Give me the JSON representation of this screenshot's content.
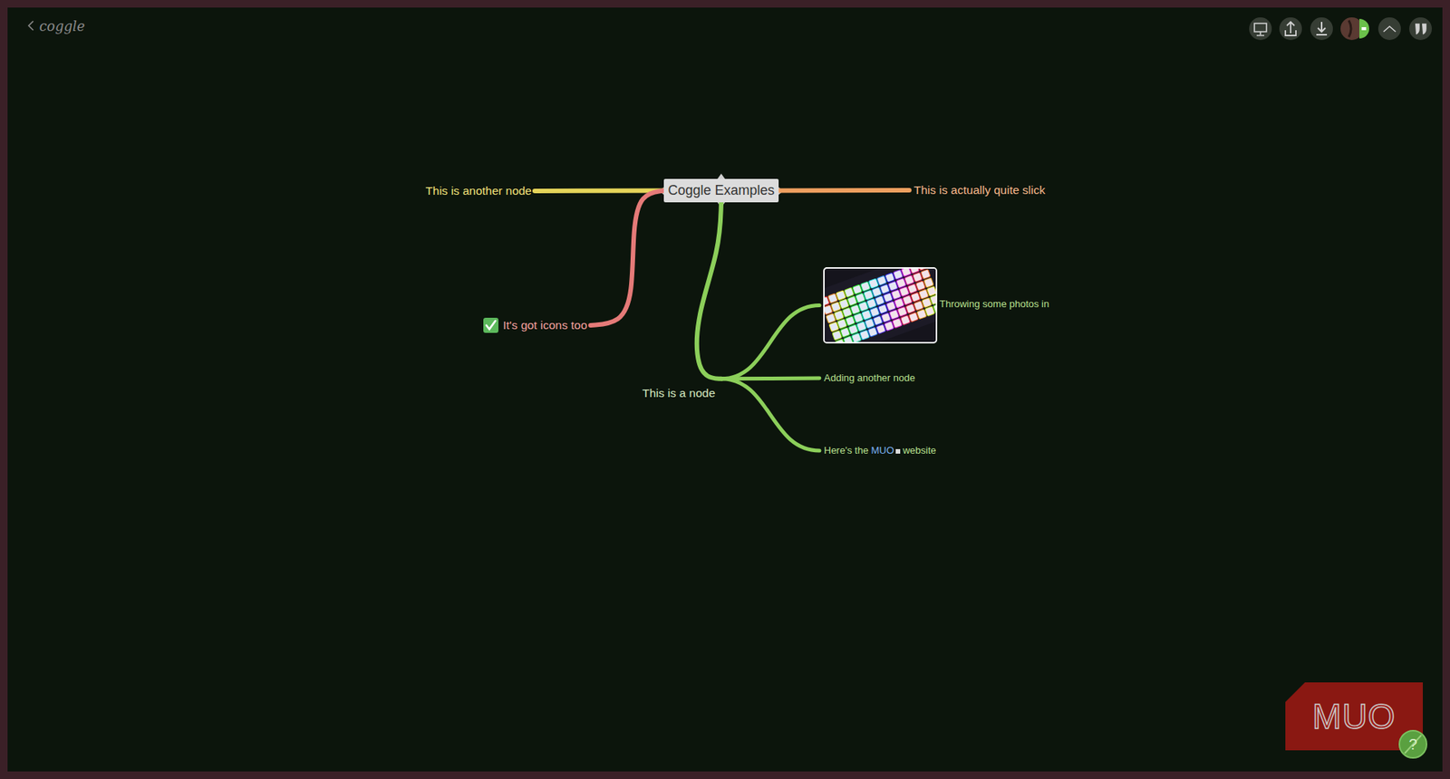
{
  "diagram": {
    "nodes": [
      {
        "text": [
          "Coggle Examples"
        ]
      },
      {
        "text": [
          "This is another node"
        ]
      },
      {
        "text": [
          "This is actually quite slick"
        ]
      },
      {
        "text": [
          "It's got icons too"
        ]
      },
      {
        "text": [
          "This is a node"
        ]
      },
      {
        "text": [
          "Throwing some photos in"
        ]
      },
      {
        "text": [
          "Adding another node"
        ]
      },
      {
        "text": [
          "Here's the MUO website"
        ]
      }
    ],
    "edges": [
      {
        "from": 0,
        "to": 1,
        "arrow": "none"
      },
      {
        "from": 0,
        "to": 2,
        "arrow": "none"
      },
      {
        "from": 0,
        "to": 3,
        "arrow": "none"
      },
      {
        "from": 0,
        "to": 4,
        "arrow": "none"
      },
      {
        "from": 4,
        "to": 5,
        "arrow": "none"
      },
      {
        "from": 4,
        "to": 6,
        "arrow": "none"
      },
      {
        "from": 4,
        "to": 7,
        "arrow": "none"
      }
    ],
    "labels": [
      "coggle",
      "MUO",
      "?"
    ]
  }
}
